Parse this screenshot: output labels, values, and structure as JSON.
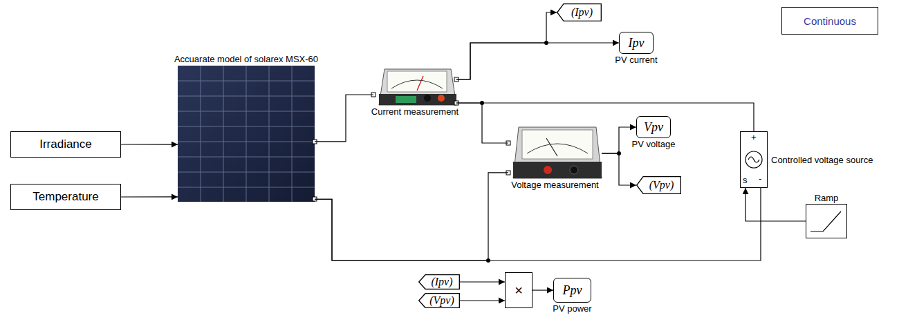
{
  "diagram": {
    "nodes": [
      {
        "text": [
          "(Ipv)"
        ]
      },
      {
        "text": [
          "Ipv",
          "PV current"
        ]
      },
      {
        "text": [
          "Continuous"
        ]
      },
      {
        "text": [
          "Accuarate model of solarex MSX-60"
        ]
      },
      {
        "text": [
          "Current measurement"
        ]
      },
      {
        "text": [
          "Irradiance"
        ]
      },
      {
        "text": [
          "Vpv",
          "PV voltage"
        ]
      },
      {
        "text": [
          "Voltage measurement"
        ]
      },
      {
        "text": [
          "Controlled voltage source"
        ]
      },
      {
        "text": [
          "Temperature"
        ]
      },
      {
        "text": [
          "(Vpv)"
        ]
      },
      {
        "text": [
          "Ramp"
        ]
      },
      {
        "text": [
          "(Ipv)"
        ]
      },
      {
        "text": [
          "×"
        ]
      },
      {
        "text": [
          "(Vpv)"
        ]
      },
      {
        "text": [
          "Ppv",
          "PV power"
        ]
      }
    ],
    "edges": [
      {
        "from": 5,
        "to": 3,
        "arrow": "to"
      },
      {
        "from": 9,
        "to": 3,
        "arrow": "to"
      },
      {
        "from": 3,
        "to": 4,
        "arrow": "none"
      },
      {
        "from": 4,
        "to": 0,
        "arrow": "to"
      },
      {
        "from": 4,
        "to": 1,
        "arrow": "to"
      },
      {
        "from": 4,
        "to": 7,
        "arrow": "none"
      },
      {
        "from": 4,
        "to": 8,
        "arrow": "none"
      },
      {
        "from": 3,
        "to": 7,
        "arrow": "none"
      },
      {
        "from": 3,
        "to": 8,
        "arrow": "none"
      },
      {
        "from": 7,
        "to": 6,
        "arrow": "to"
      },
      {
        "from": 7,
        "to": 10,
        "arrow": "to"
      },
      {
        "from": 11,
        "to": 8,
        "arrow": "to"
      },
      {
        "from": 12,
        "to": 13,
        "arrow": "to"
      },
      {
        "from": 14,
        "to": 13,
        "arrow": "to"
      },
      {
        "from": 13,
        "to": 15,
        "arrow": "to"
      }
    ],
    "labels": [
      "+",
      "s",
      "-"
    ]
  }
}
